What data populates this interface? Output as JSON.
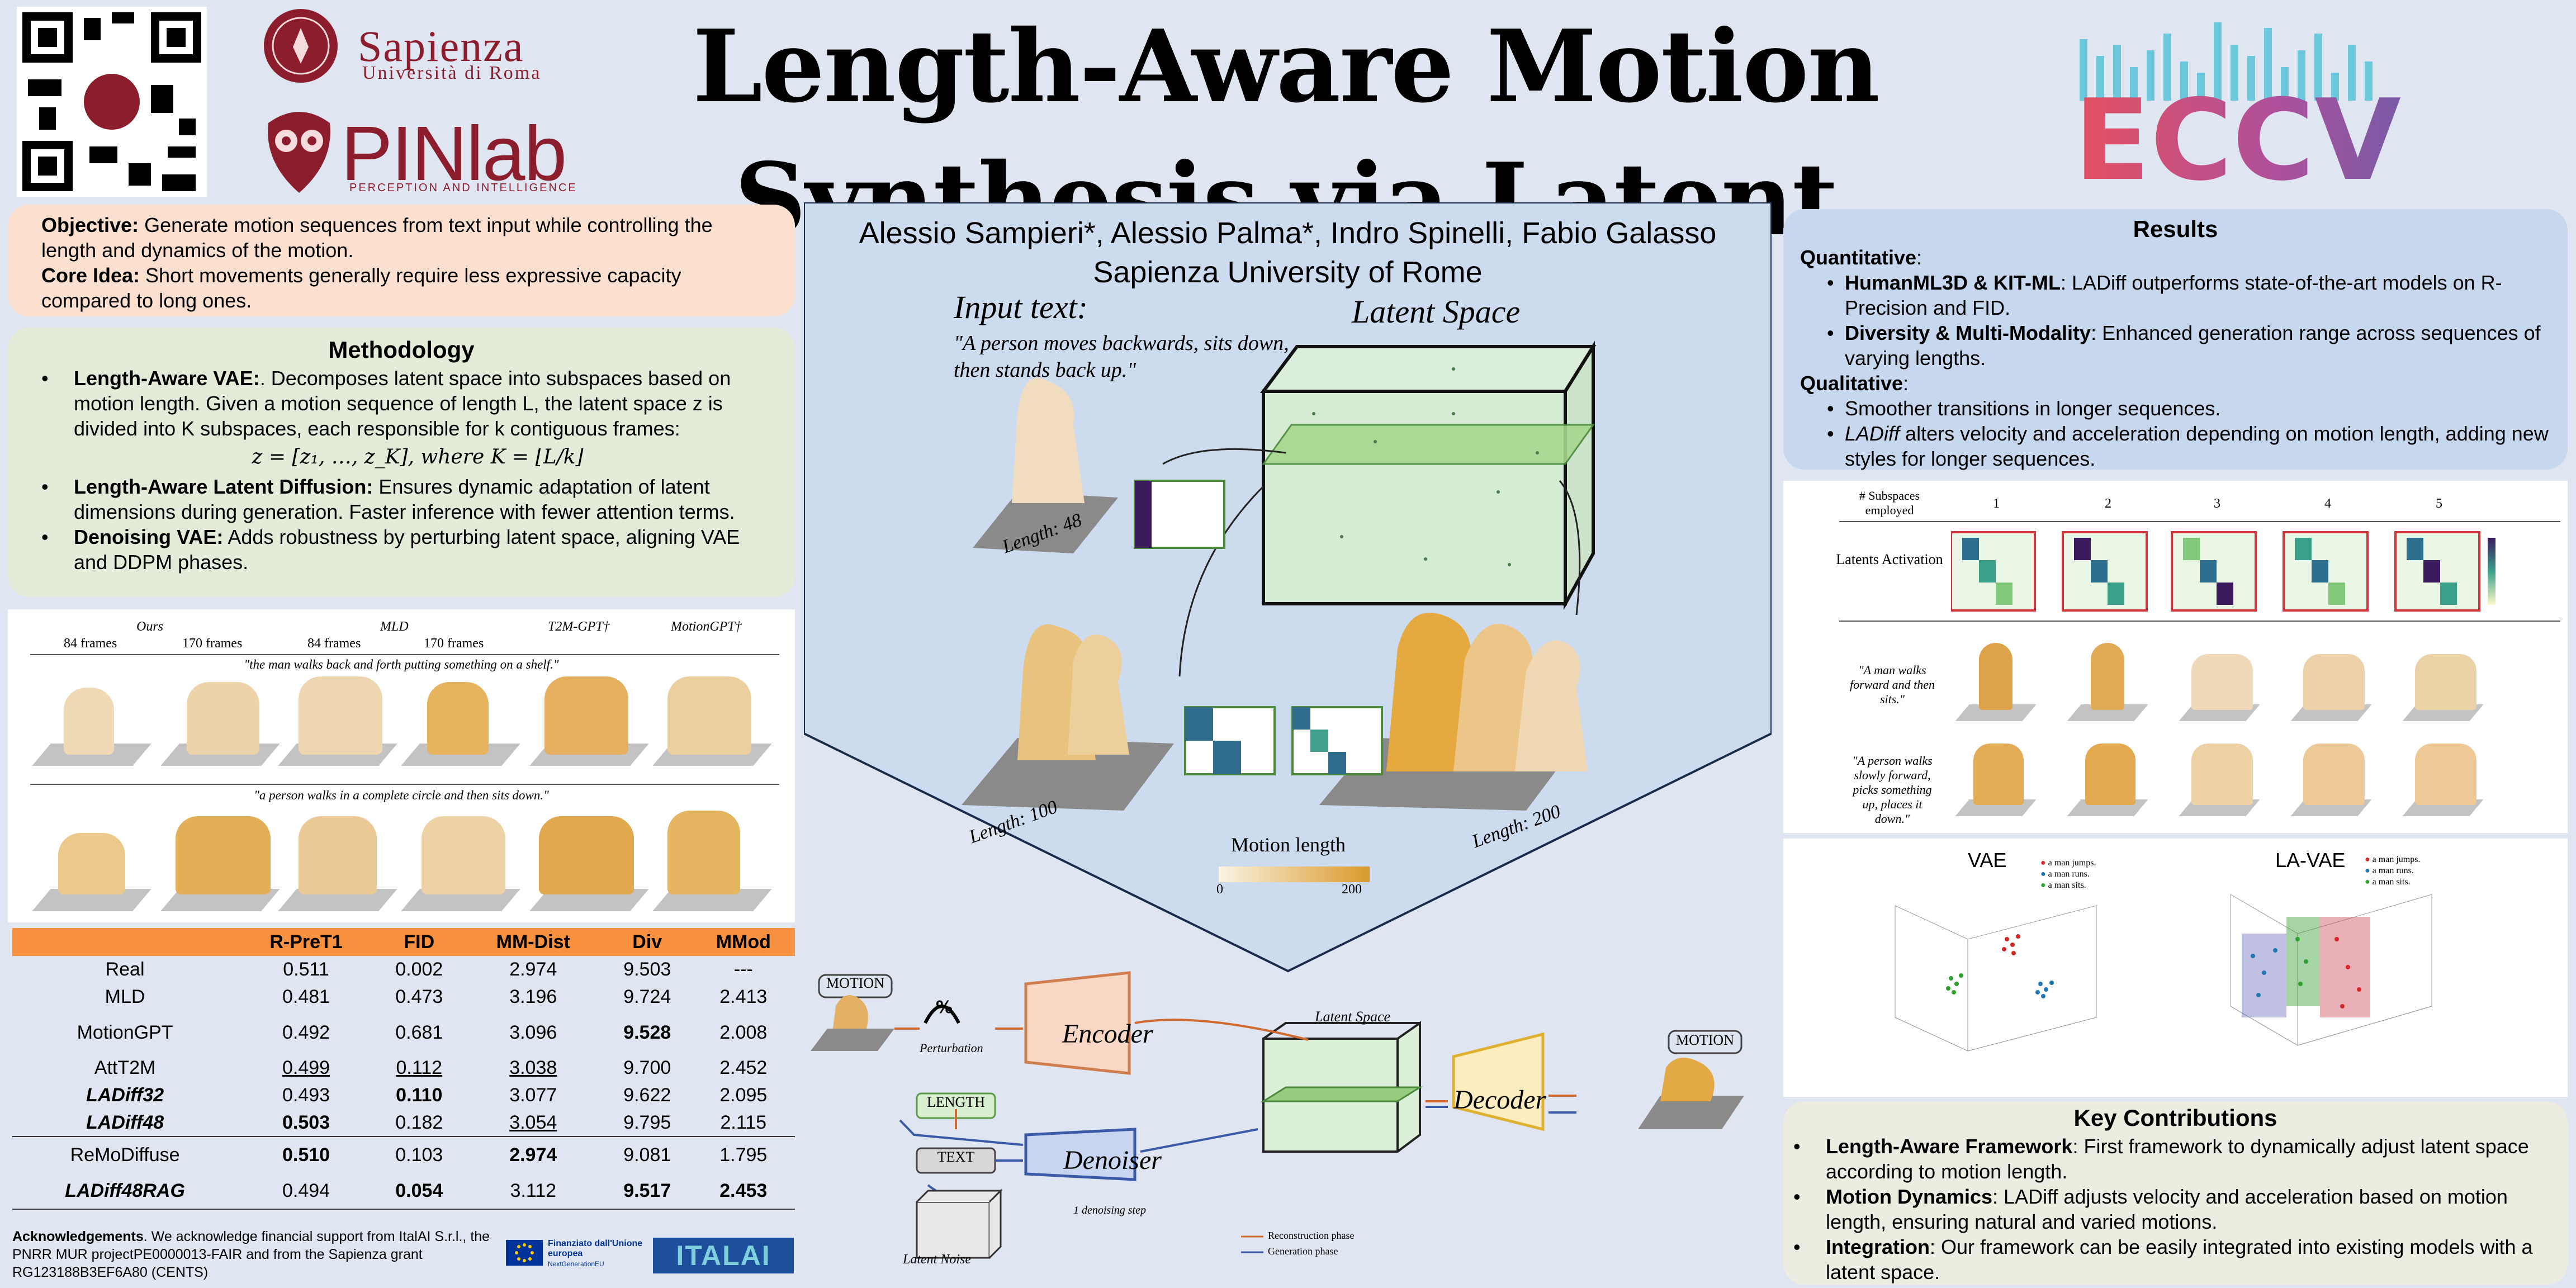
{
  "title_line1": "Length-Aware Motion",
  "title_line2": "Synthesis via Latent Diffusion",
  "logos": {
    "sapienza_name": "Sapienza",
    "sapienza_sub": "Università di Roma",
    "pinlab_name": "PINlab",
    "pinlab_sub": "PERCEPTION AND INTELLIGENCE",
    "eccv": "ECCV"
  },
  "authors": "Alessio Sampieri*, Alessio Palma*, Indro Spinelli, Fabio Galasso",
  "affiliation": "Sapienza University of Rome",
  "objective": {
    "obj_label": "Objective:",
    "obj_text": " Generate motion sequences from text input while controlling the length and dynamics of the motion.",
    "core_label": "Core Idea:",
    "core_text": " Short movements generally require less expressive capacity compared to long ones."
  },
  "methodology": {
    "title": "Methodology",
    "item1_label": "Length-Aware VAE:",
    "item1_text": ". Decomposes latent space into subspaces based on motion length. Given a motion sequence of length L, the latent space z is divided into K subspaces, each responsible for k contiguous frames:",
    "formula": "z = [z₁, …, z_K], where K = ⌊L/k⌋",
    "item2_label": "Length-Aware Latent Diffusion:",
    "item2_text": " Ensures dynamic adaptation of latent dimensions during generation. Faster inference with fewer attention terms.",
    "item3_label": "Denoising VAE:",
    "item3_text": " Adds robustness by perturbing latent space, aligning VAE and DDPM phases."
  },
  "comparison_fig": {
    "col_ours": "Ours",
    "col_mld": "MLD",
    "col_t2m": "T2M-GPT†",
    "col_mgpt": "MotionGPT†",
    "f84a": "84 frames",
    "f170a": "170 frames",
    "f84b": "84 frames",
    "f170b": "170 frames",
    "caption1": "\"the man walks back and forth putting something on a shelf.\"",
    "caption2": "\"a person walks in a complete circle and then sits down.\""
  },
  "table": {
    "headers": [
      "",
      "R-PreT1",
      "FID",
      "MM-Dist",
      "Div",
      "MMod"
    ],
    "rows": [
      [
        "Real",
        "0.511",
        "0.002",
        "2.974",
        "9.503",
        "---"
      ],
      [
        "MLD",
        "0.481",
        "0.473",
        "3.196",
        "9.724",
        "2.413"
      ],
      [
        "MotionGPT",
        "0.492",
        "0.681",
        "3.096",
        "9.528",
        "2.008"
      ],
      [
        "AttT2M",
        "0.499",
        "0.112",
        "3.038",
        "9.700",
        "2.452"
      ],
      [
        "LADiff32",
        "0.493",
        "0.110",
        "3.077",
        "9.622",
        "2.095"
      ],
      [
        "LADiff48",
        "0.503",
        "0.182",
        "3.054",
        "9.795",
        "2.115"
      ],
      [
        "ReMoDiffuse",
        "0.510",
        "0.103",
        "2.974",
        "9.081",
        "1.795"
      ],
      [
        "LADiff48RAG",
        "0.494",
        "0.054",
        "3.112",
        "9.517",
        "2.453"
      ]
    ]
  },
  "ack": {
    "label": "Acknowledgements",
    "text": ". We acknowledge financial support from ItalAI S.r.l., the PNRR MUR projectPE0000013-FAIR and from the Sapienza grant RG123188B3EF6A80 (CENTS)",
    "eu_text": "Finanziato dall'Unione europea",
    "eu_sub": "NextGenerationEU",
    "italai": "ITALAI"
  },
  "center": {
    "input_text_label": "Input text:",
    "input_text": "\"A person moves backwards, sits down, then stands back up.\"",
    "latent_space": "Latent Space",
    "length48": "Length: 48",
    "length100": "Length: 100",
    "length200": "Length: 200",
    "motion_length": "Motion length",
    "ml_min": "0",
    "ml_max": "200"
  },
  "arch": {
    "motion_in": "MOTION",
    "perturbation": "Perturbation",
    "encoder": "Encoder",
    "length": "LENGTH",
    "text": "TEXT",
    "denoiser": "Denoiser",
    "denoise_step": "1 denoising step",
    "latent_noise": "Latent Noise",
    "latent_space": "Latent Space",
    "decoder": "Decoder",
    "motion_out": "MOTION",
    "legend_recon": "Reconstruction phase",
    "legend_gen": "Generation phase"
  },
  "results": {
    "title": "Results",
    "quant_label": "Quantitative",
    "q1_label": "HumanML3D & KIT-ML",
    "q1_text": ": LADiff outperforms state-of-the-art models on R-Precision and FID.",
    "q2_label": "Diversity & Multi-Modality",
    "q2_text": ": Enhanced generation range across sequences of varying lengths.",
    "qual_label": "Qualitative",
    "ql1": "Smoother transitions in longer sequences.",
    "ql2_label": "LADiff",
    "ql2_text": " alters velocity and acceleration depending on motion length, adding new styles for longer sequences."
  },
  "subspace_fig": {
    "row_label": "# Subspaces employed",
    "cols": [
      "1",
      "2",
      "3",
      "4",
      "5"
    ],
    "latents": "Latents Activation",
    "cap1": "\"A man walks forward and then sits.\"",
    "cap2": "\"A person walks slowly forward, picks something up, places it down.\""
  },
  "scatter": {
    "vae_title": "VAE",
    "lavae_title": "LA-VAE",
    "legend": [
      "a man jumps.",
      "a man runs.",
      "a man sits."
    ],
    "legend_colors": [
      "#d62728",
      "#1f77b4",
      "#2ca02c"
    ]
  },
  "contrib": {
    "title": "Key Contributions",
    "c1_label": "Length-Aware Framework",
    "c1_text": ": First framework to dynamically adjust latent space according to motion length.",
    "c2_label": "Motion Dynamics",
    "c2_text": ": LADiff adjusts velocity and acceleration based on motion length, ensuring natural and varied motions.",
    "c3_label": "Integration",
    "c3_text": ": Our framework can be easily integrated into existing models with a latent space."
  }
}
